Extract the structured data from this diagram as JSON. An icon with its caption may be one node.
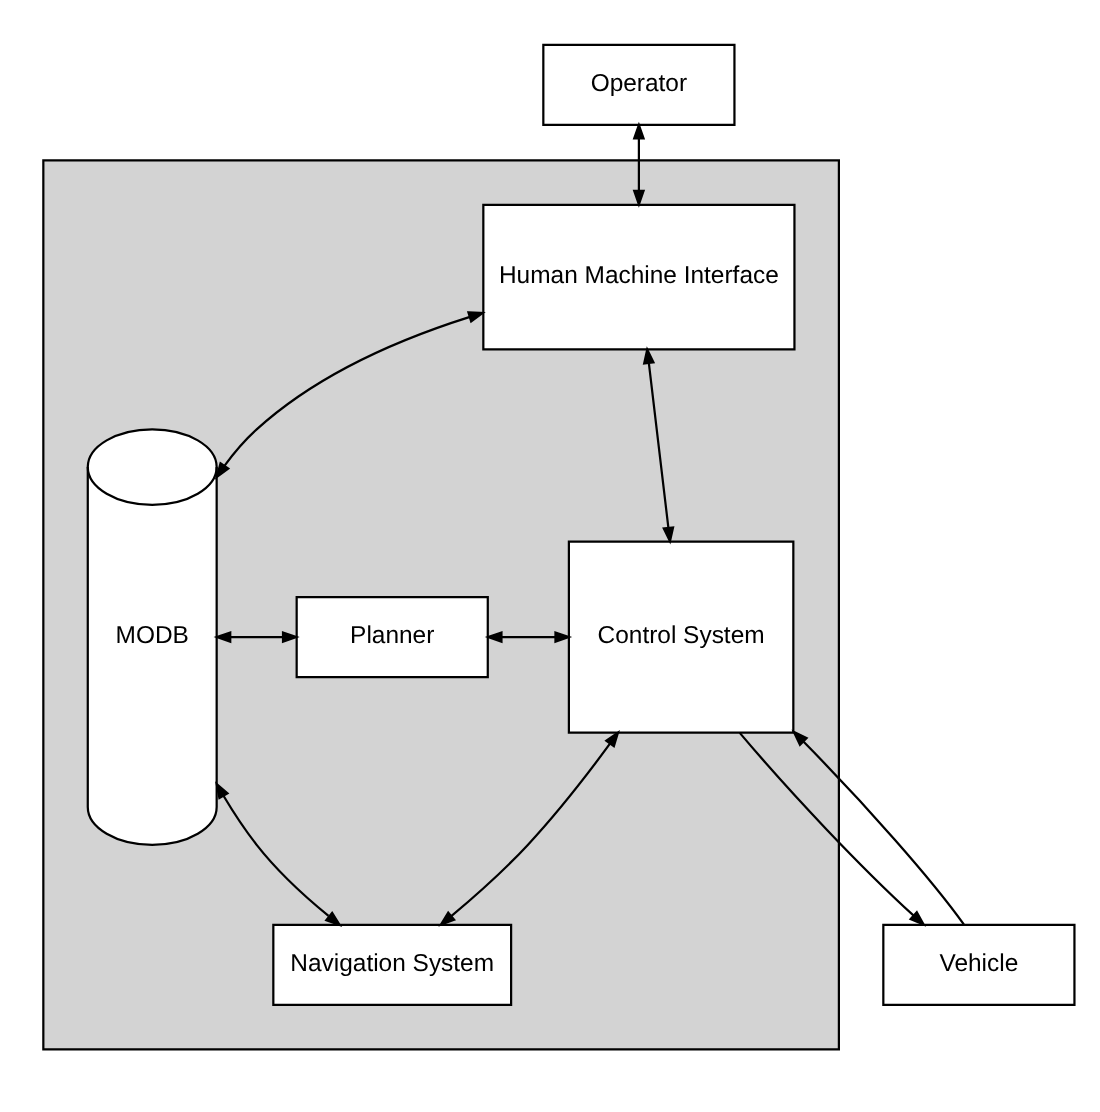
{
  "diagram": {
    "nodes": [
      {
        "text": [
          "Operator"
        ]
      },
      {
        "text": [],
        "shape": "box"
      },
      {
        "text": [
          "MODB"
        ],
        "in": 1
      },
      {
        "text": [
          "Human Machine Interface"
        ],
        "in": 1
      },
      {
        "text": [
          "Planner"
        ],
        "in": 1
      },
      {
        "text": [
          "Control System"
        ],
        "in": 1
      },
      {
        "text": [
          "Navigation System"
        ],
        "in": 1
      },
      {
        "text": [
          "Vehicle"
        ]
      }
    ],
    "edges": [
      {
        "from": 0,
        "to": 3,
        "arrow": "both"
      },
      {
        "from": 2,
        "to": 3,
        "arrow": "both"
      },
      {
        "from": 3,
        "to": 5,
        "arrow": "both"
      },
      {
        "from": 2,
        "to": 4,
        "arrow": "both"
      },
      {
        "from": 4,
        "to": 5,
        "arrow": "both"
      },
      {
        "from": 2,
        "to": 6,
        "arrow": "both"
      },
      {
        "from": 6,
        "to": 5,
        "arrow": "both"
      },
      {
        "from": 7,
        "to": 5,
        "arrow": "to"
      },
      {
        "from": 5,
        "to": 7,
        "arrow": "to"
      }
    ]
  }
}
